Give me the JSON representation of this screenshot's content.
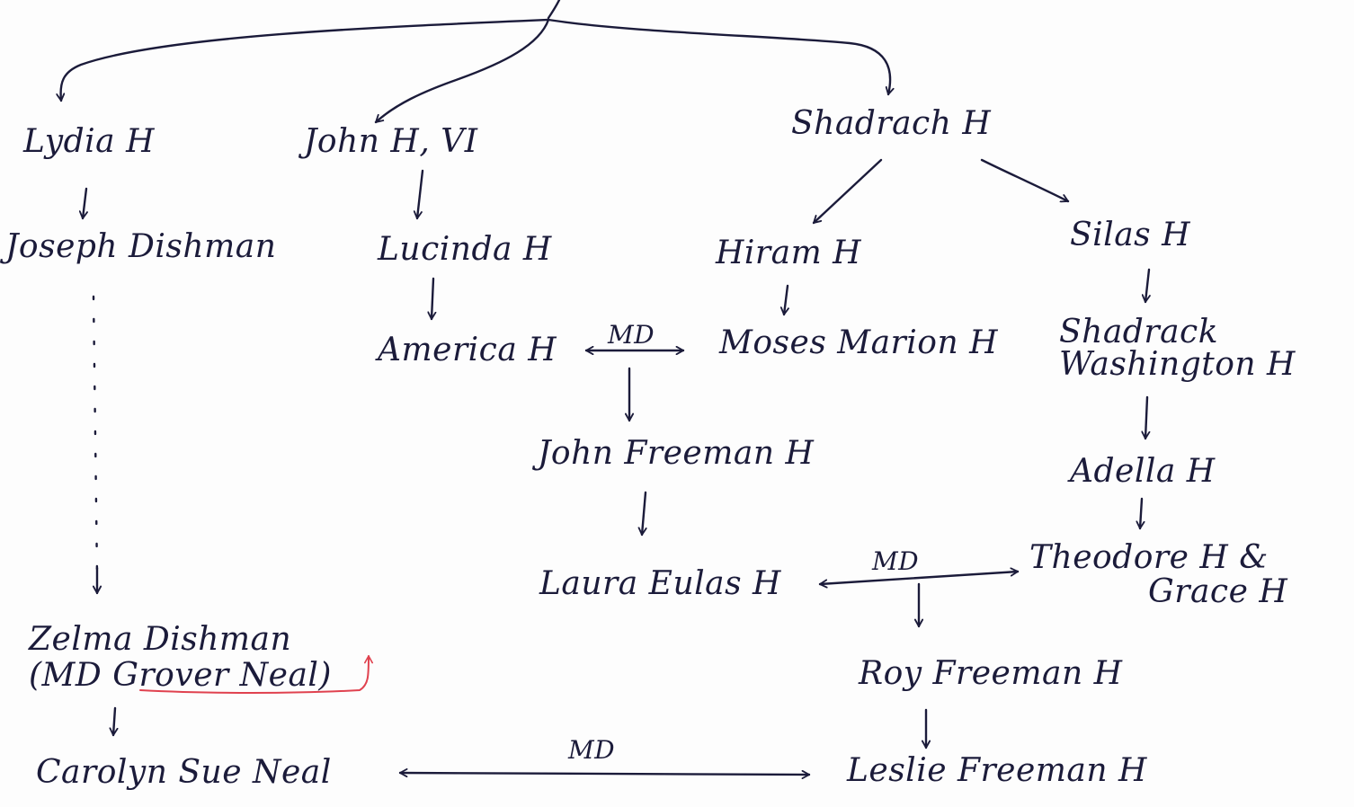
{
  "nodes": {
    "lydia": "Lydia H",
    "john": "John H, VI",
    "shadrach": "Shadrach H",
    "joseph": "Joseph Dishman",
    "lucinda": "Lucinda H",
    "hiram": "Hiram H",
    "silas": "Silas H",
    "america": "America H",
    "moses": "Moses Marion H",
    "shadrach_w": [
      "Shadrack",
      "Washington H"
    ],
    "john_freeman": "John Freeman H",
    "adella": "Adella H",
    "laura": "Laura Eulas H",
    "theodore_grace": [
      "Theodore H &",
      "Grace H"
    ],
    "zelma": [
      "Zelma Dishman",
      "(MD Grover Neal)"
    ],
    "roy": "Roy Freeman H",
    "carolyn": "Carolyn Sue Neal",
    "leslie": "Leslie Freeman H"
  },
  "marriages": {
    "america_moses": "MD",
    "laura_theodore": "MD",
    "carolyn_leslie": "MD"
  },
  "colors": {
    "ink": "#1b1b3a",
    "annotation": "#e0424f"
  }
}
